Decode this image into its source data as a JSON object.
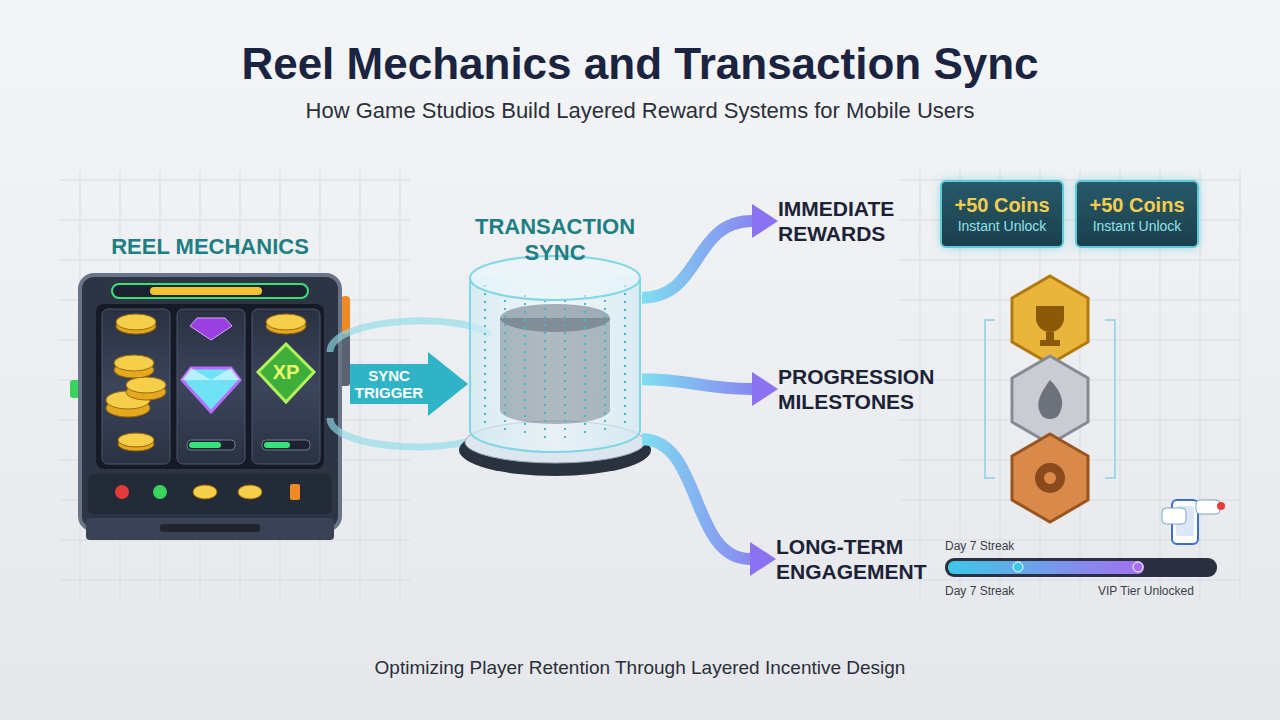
{
  "diagram": {
    "title": "Reel Mechanics and Transaction Sync",
    "caption": "Optimizing Player Retention Through Layered Incentive Design",
    "nodes": [
      {
        "text": [
          "REEL MECHANICS"
        ]
      },
      {
        "text": [
          "TRANSACTION SYNC"
        ]
      },
      {
        "text": [
          "IMMEDIATE REWARDS"
        ]
      },
      {
        "text": [
          "PROGRESSION MILESTONES"
        ]
      },
      {
        "text": [
          "LONG-TERM ENGAGEMENT"
        ]
      },
      {
        "text": [
          "+50 Coins",
          "Instant Unlock"
        ]
      },
      {
        "text": [
          "+50 Coins",
          "Instant Unlock"
        ]
      }
    ],
    "edges": [
      {
        "from": 0,
        "to": 1,
        "arrow": "to",
        "label": "SYNC TRIGGER"
      },
      {
        "from": 1,
        "to": 2,
        "arrow": "to"
      },
      {
        "from": 1,
        "to": 3,
        "arrow": "to"
      },
      {
        "from": 1,
        "to": 4,
        "arrow": "to"
      }
    ],
    "labels": [
      "How Game Studios Build Layered Reward Systems for Mobile Users",
      "XP",
      "Day 7 Streak",
      "Day 7 Streak",
      "VIP Tier Unlocked"
    ]
  }
}
